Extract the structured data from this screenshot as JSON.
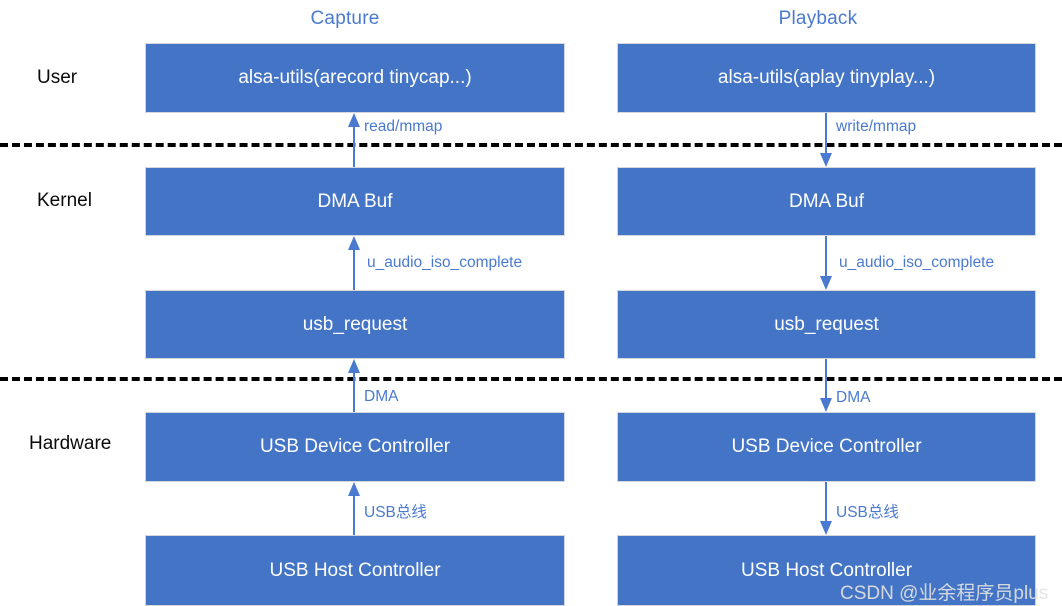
{
  "columns": [
    {
      "id": "capture",
      "title": "Capture"
    },
    {
      "id": "playback",
      "title": "Playback"
    }
  ],
  "layers": [
    {
      "id": "user",
      "label": "User"
    },
    {
      "id": "kernel",
      "label": "Kernel"
    },
    {
      "id": "hardware",
      "label": "Hardware"
    }
  ],
  "boxes": {
    "capture": [
      {
        "id": "capture-userspace",
        "label": "alsa-utils(arecord tinycap...)"
      },
      {
        "id": "capture-dma-buf",
        "label": "DMA Buf"
      },
      {
        "id": "capture-usb-request",
        "label": "usb_request"
      },
      {
        "id": "capture-udc",
        "label": "USB Device Controller"
      },
      {
        "id": "capture-host",
        "label": "USB Host Controller"
      }
    ],
    "playback": [
      {
        "id": "playback-userspace",
        "label": "alsa-utils(aplay tinyplay...)"
      },
      {
        "id": "playback-dma-buf",
        "label": "DMA Buf"
      },
      {
        "id": "playback-usb-request",
        "label": "usb_request"
      },
      {
        "id": "playback-udc",
        "label": "USB Device Controller"
      },
      {
        "id": "playback-host",
        "label": "USB Host Controller"
      }
    ]
  },
  "arrows": {
    "capture": [
      {
        "id": "capture-arrow-read",
        "label": "read/mmap",
        "direction": "up"
      },
      {
        "id": "capture-arrow-iso",
        "label": "u_audio_iso_complete",
        "direction": "up"
      },
      {
        "id": "capture-arrow-dma",
        "label": "DMA",
        "direction": "up"
      },
      {
        "id": "capture-arrow-bus",
        "label": "USB总线",
        "direction": "up"
      }
    ],
    "playback": [
      {
        "id": "playback-arrow-write",
        "label": "write/mmap",
        "direction": "down"
      },
      {
        "id": "playback-arrow-iso",
        "label": "u_audio_iso_complete",
        "direction": "down"
      },
      {
        "id": "playback-arrow-dma",
        "label": "DMA",
        "direction": "down"
      },
      {
        "id": "playback-arrow-bus",
        "label": "USB总线",
        "direction": "down"
      }
    ]
  },
  "watermark": {
    "text": "CSDN @业余程序员plus"
  },
  "colors": {
    "box_fill": "#4374c6",
    "accent_blue": "#4a7ad0",
    "separator": "#000000",
    "text_on_box": "#ffffff",
    "watermark": "#e2e2e2"
  }
}
